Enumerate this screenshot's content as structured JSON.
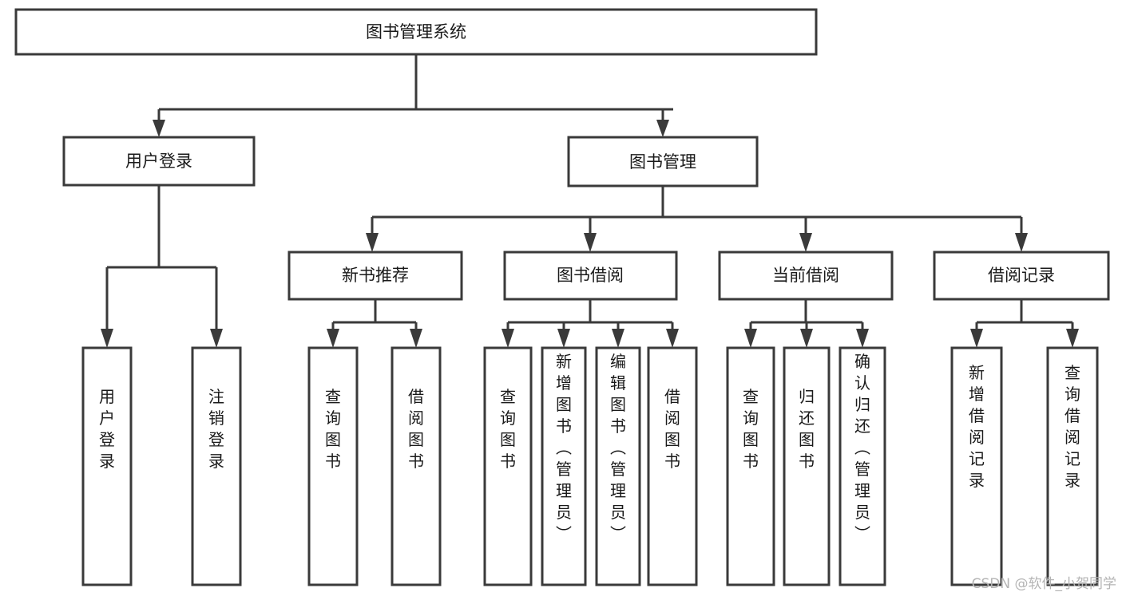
{
  "diagram": {
    "type": "tree-hierarchy-chart",
    "title": "图书管理系统",
    "background_color": "#ffffff",
    "stroke_color": "#3a3a3a",
    "text_color": "#1a1a1a",
    "nodes": {
      "root": {
        "label": "图书管理系统",
        "orientation": "horizontal"
      },
      "level2": [
        {
          "id": "user-login",
          "label": "用户登录",
          "orientation": "horizontal"
        },
        {
          "id": "book-manage",
          "label": "图书管理",
          "orientation": "horizontal"
        }
      ],
      "level3": [
        {
          "id": "new-book-recommend",
          "label": "新书推荐",
          "orientation": "horizontal"
        },
        {
          "id": "book-borrow",
          "label": "图书借阅",
          "orientation": "horizontal"
        },
        {
          "id": "current-borrow",
          "label": "当前借阅",
          "orientation": "horizontal"
        },
        {
          "id": "borrow-record",
          "label": "借阅记录",
          "orientation": "horizontal"
        }
      ],
      "leaves": [
        {
          "id": "leaf-user-login",
          "label": "用户登录",
          "parent": "user-login",
          "orientation": "vertical"
        },
        {
          "id": "leaf-user-logout",
          "label": "注销登录",
          "parent": "user-login",
          "orientation": "vertical"
        },
        {
          "id": "leaf-query-book-1",
          "label": "查询图书",
          "parent": "new-book-recommend",
          "orientation": "vertical"
        },
        {
          "id": "leaf-borrow-book-1",
          "label": "借阅图书",
          "parent": "new-book-recommend",
          "orientation": "vertical"
        },
        {
          "id": "leaf-query-book-2",
          "label": "查询图书",
          "parent": "book-borrow",
          "orientation": "vertical"
        },
        {
          "id": "leaf-add-book",
          "label": "新增图书（管理员）",
          "parent": "book-borrow",
          "orientation": "vertical"
        },
        {
          "id": "leaf-edit-book",
          "label": "编辑图书（管理员）",
          "parent": "book-borrow",
          "orientation": "vertical"
        },
        {
          "id": "leaf-borrow-book-2",
          "label": "借阅图书",
          "parent": "book-borrow",
          "orientation": "vertical"
        },
        {
          "id": "leaf-query-book-3",
          "label": "查询图书",
          "parent": "current-borrow",
          "orientation": "vertical"
        },
        {
          "id": "leaf-return-book",
          "label": "归还图书",
          "parent": "current-borrow",
          "orientation": "vertical"
        },
        {
          "id": "leaf-confirm-return",
          "label": "确认归还（管理员）",
          "parent": "current-borrow",
          "orientation": "vertical"
        },
        {
          "id": "leaf-add-record",
          "label": "新增借阅记录",
          "parent": "borrow-record",
          "orientation": "vertical"
        },
        {
          "id": "leaf-query-record",
          "label": "查询借阅记录",
          "parent": "borrow-record",
          "orientation": "vertical"
        }
      ]
    }
  },
  "watermark": {
    "text": "CSDN @软件_小贺同学",
    "color": "#b4b4b4"
  }
}
